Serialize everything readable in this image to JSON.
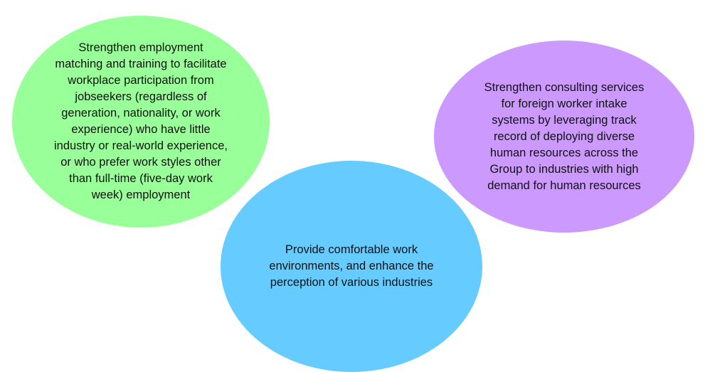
{
  "colors": {
    "employment": "#99ff99",
    "foreign_worker": "#cc99ff",
    "environment": "#66ccff"
  },
  "bubbles": {
    "employment": {
      "lines": [
        "Strengthen employment",
        "matching and training to facilitate",
        "workplace participation from",
        "jobseekers (regardless of",
        "generation, nationality, or work",
        "experience) who have little",
        "industry or real-world experience,",
        "or who prefer work styles other",
        "than full-time (five-day work",
        "week) employment"
      ]
    },
    "foreign_worker": {
      "lines": [
        "Strengthen consulting services",
        "for foreign worker intake",
        "systems by leveraging track",
        "record of deploying diverse",
        "human resources across the",
        "Group to industries with high",
        "demand for human resources"
      ]
    },
    "environment": {
      "lines": [
        "Provide comfortable work",
        "environments, and enhance the",
        "perception of various industries"
      ]
    }
  }
}
